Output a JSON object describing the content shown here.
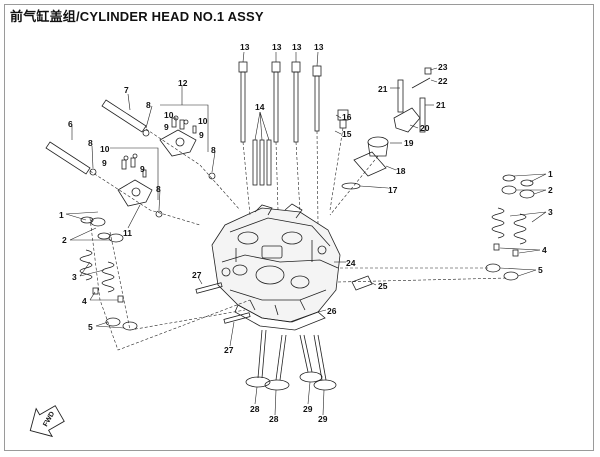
{
  "title": "前气缸盖组/CYLINDER HEAD NO.1 ASSY",
  "fwd_label": "FWD",
  "callouts": {
    "c1a": "1",
    "c1b": "1",
    "c2a": "2",
    "c2b": "2",
    "c3a": "3",
    "c3b": "3",
    "c4a": "4",
    "c4b": "4",
    "c5a": "5",
    "c5b": "5",
    "c6": "6",
    "c7": "7",
    "c8a": "8",
    "c8b": "8",
    "c8c": "8",
    "c8d": "8",
    "c9a": "9",
    "c9b": "9",
    "c9c": "9",
    "c9d": "9",
    "c10a": "10",
    "c10b": "10",
    "c10c": "10",
    "c11": "11",
    "c12": "12",
    "c13a": "13",
    "c13b": "13",
    "c13c": "13",
    "c13d": "13",
    "c14": "14",
    "c15": "15",
    "c16": "16",
    "c17": "17",
    "c18": "18",
    "c19": "19",
    "c20": "20",
    "c21a": "21",
    "c21b": "21",
    "c22": "22",
    "c23": "23",
    "c24": "24",
    "c25": "25",
    "c26": "26",
    "c27a": "27",
    "c27b": "27",
    "c28a": "28",
    "c28b": "28",
    "c29a": "29",
    "c29b": "29"
  }
}
